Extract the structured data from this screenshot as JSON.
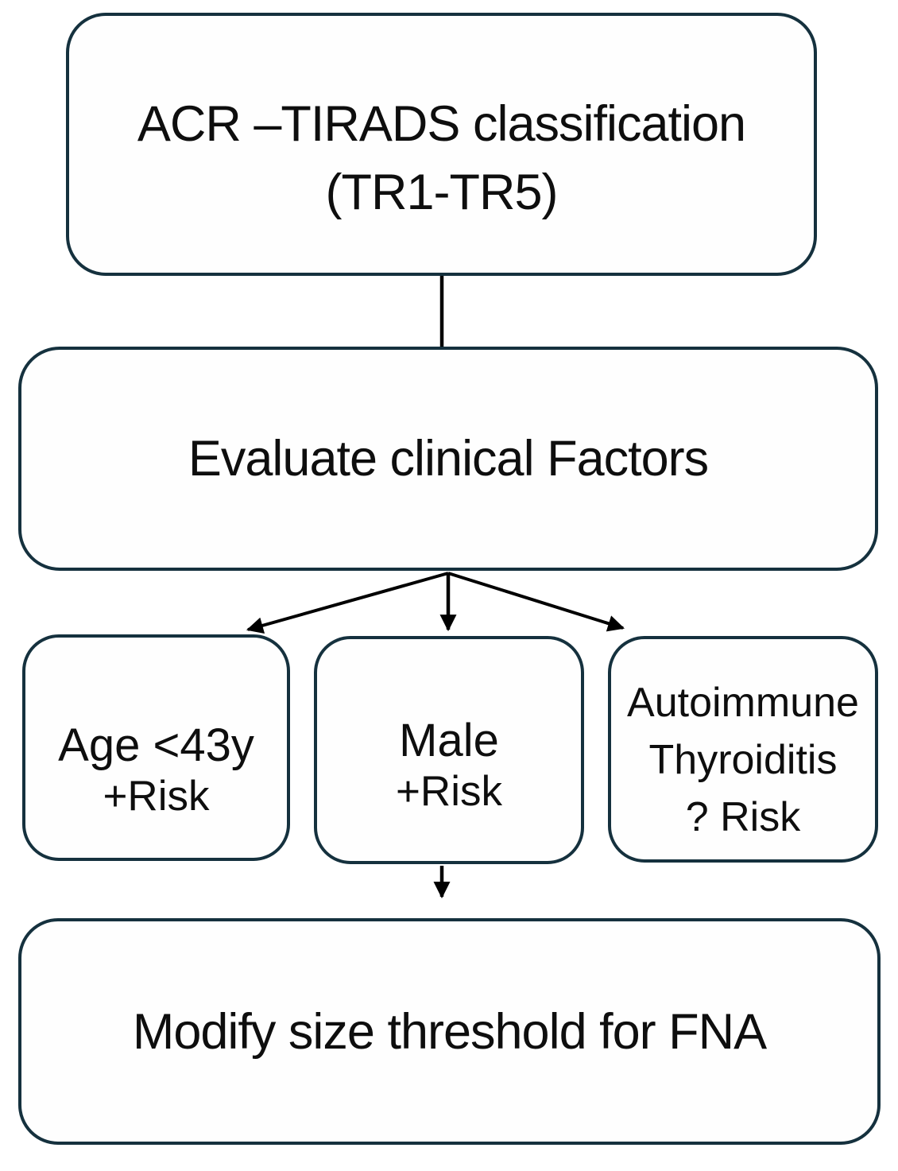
{
  "diagram": {
    "type": "flowchart",
    "nodes": {
      "tirads": {
        "line1": "ACR –TIRADS classification",
        "line2": "(TR1-TR5)"
      },
      "evaluate": {
        "line1": "Evaluate clinical Factors"
      },
      "age": {
        "line1": "Age <43y",
        "line2": "+Risk"
      },
      "male": {
        "line1": "Male",
        "line2": "+Risk"
      },
      "autoimmune": {
        "line1": "Autoimmune",
        "line2": "Thyroiditis",
        "line3": "? Risk"
      },
      "modify": {
        "line1": "Modify size threshold for FNA"
      }
    },
    "edges": [
      {
        "from": "tirads",
        "to": "evaluate",
        "arrowhead": false
      },
      {
        "from": "evaluate",
        "to": "age",
        "arrowhead": true
      },
      {
        "from": "evaluate",
        "to": "male",
        "arrowhead": true
      },
      {
        "from": "evaluate",
        "to": "autoimmune",
        "arrowhead": true
      },
      {
        "from": "male",
        "to": "modify",
        "arrowhead": true
      }
    ],
    "colors": {
      "border": "#15313e",
      "text": "#0e0e0e",
      "arrow": "#000000",
      "background": "#ffffff"
    }
  }
}
